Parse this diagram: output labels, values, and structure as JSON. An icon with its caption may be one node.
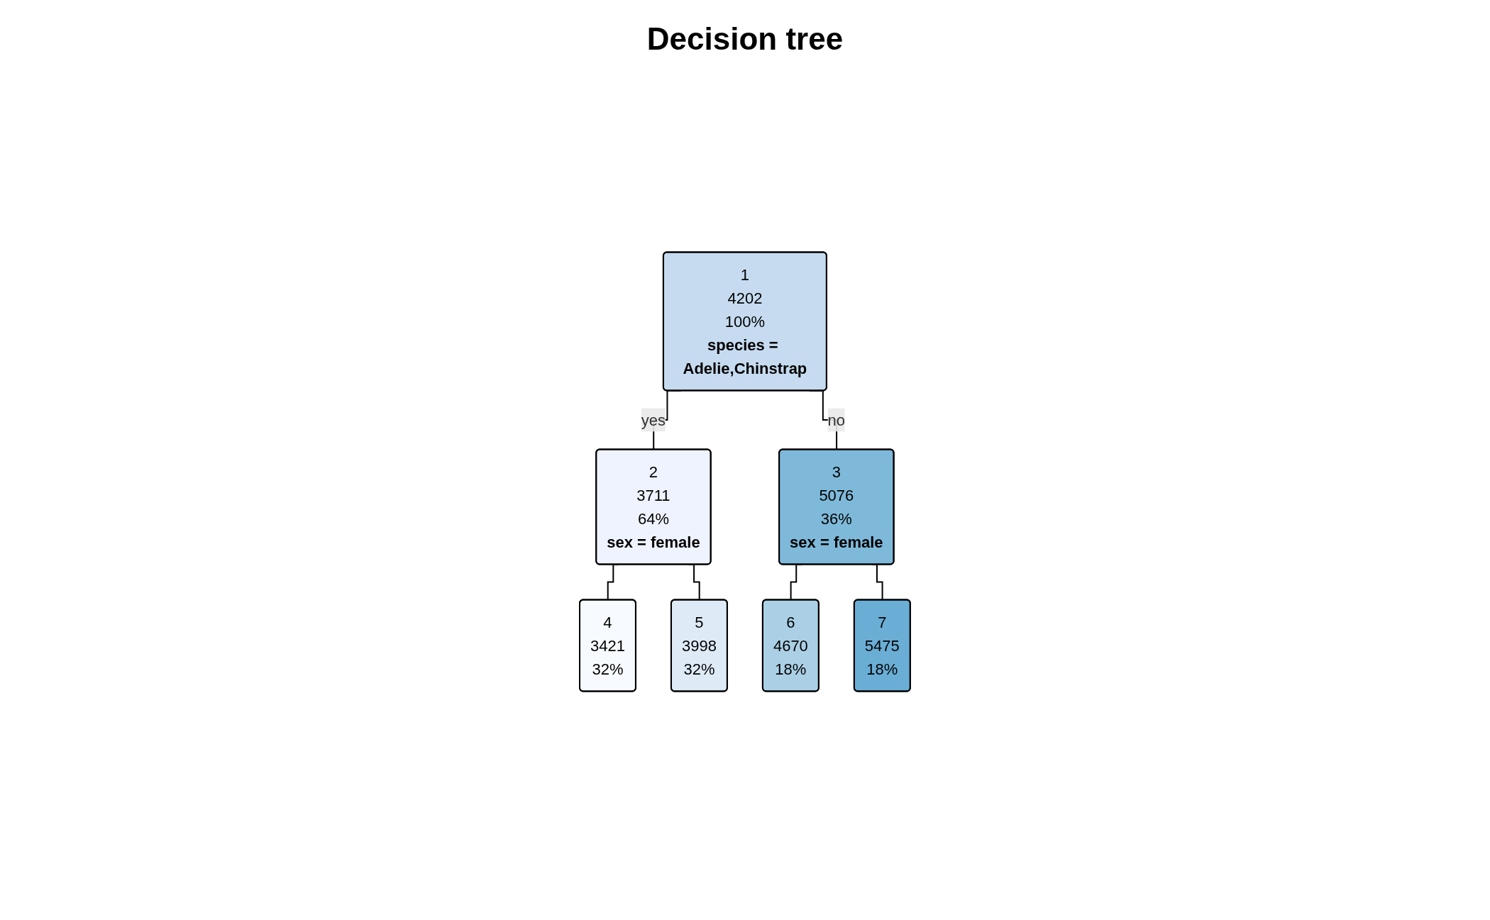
{
  "diagram": {
    "title": "Decision tree",
    "nodes": [
      {
        "text": [
          "1",
          "4202",
          "100%",
          "species = Adelie,Chinstrap"
        ]
      },
      {
        "text": [
          "2",
          "3711",
          "64%",
          "sex = female"
        ]
      },
      {
        "text": [
          "3",
          "5076",
          "36%",
          "sex = female"
        ]
      },
      {
        "text": [
          "4",
          "3421",
          "32%"
        ]
      },
      {
        "text": [
          "5",
          "3998",
          "32%"
        ]
      },
      {
        "text": [
          "6",
          "4670",
          "18%"
        ]
      },
      {
        "text": [
          "7",
          "5475",
          "18%"
        ]
      }
    ],
    "edges": [
      {
        "from": 0,
        "to": 1,
        "arrow": "none",
        "label": "yes"
      },
      {
        "from": 0,
        "to": 2,
        "arrow": "none",
        "label": "no"
      },
      {
        "from": 1,
        "to": 3,
        "arrow": "none"
      },
      {
        "from": 1,
        "to": 4,
        "arrow": "none"
      },
      {
        "from": 2,
        "to": 5,
        "arrow": "none"
      },
      {
        "from": 2,
        "to": 6,
        "arrow": "none"
      }
    ]
  }
}
